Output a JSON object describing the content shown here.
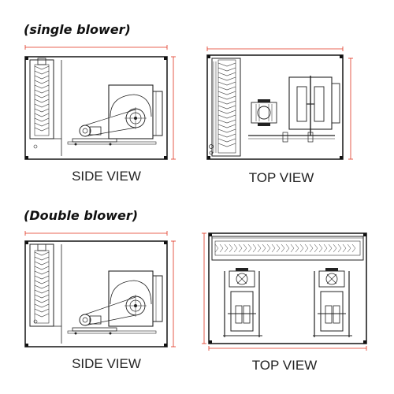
{
  "sections": {
    "single": {
      "heading": "(single blower)",
      "side_caption": "SIDE VIEW",
      "top_caption": "TOP VIEW"
    },
    "double": {
      "heading": "(Double  blower)",
      "side_caption": "SIDE VIEW",
      "top_caption": "TOP VIEW"
    }
  },
  "colors": {
    "line": "#222222",
    "dimension": "#e0321e",
    "filter_hatch": "#333333"
  }
}
